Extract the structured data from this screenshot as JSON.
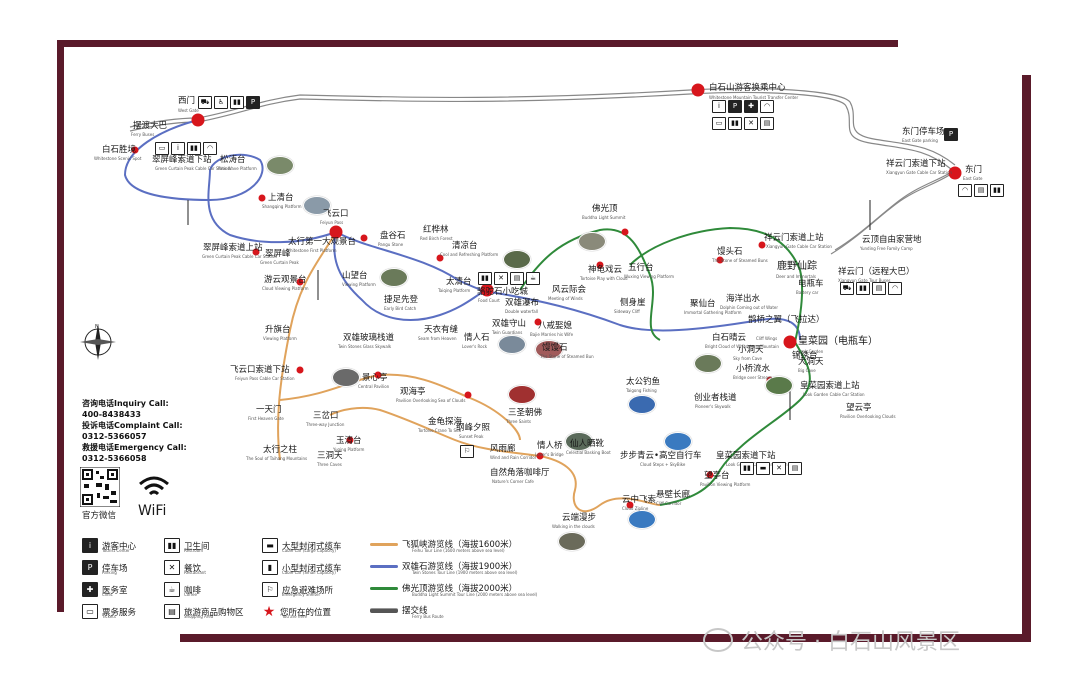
{
  "colors": {
    "frame": "#5a1a2a",
    "red_dot": "#d7161c",
    "route_feihu": "#e0a35c",
    "route_shuangxiong": "#5b6fc2",
    "route_foguang": "#2f8a3a",
    "ferry": "#555555"
  },
  "places": {
    "ximen": {
      "zh": "西门",
      "en": "West Gate"
    },
    "baidu_daba": {
      "zh": "摆渡大巴",
      "en": "Ferry Buses"
    },
    "baishi_shengjing": {
      "zh": "白石胜境",
      "en": "Whitestone Scenic Spot"
    },
    "cuiping_feng_xia": {
      "zh": "翠屏峰索道下站",
      "en": "Green Curtain Peak Cable Car Station"
    },
    "songtao_tai": {
      "zh": "松涛台",
      "en": "Pine Wave Platform"
    },
    "shangqing_tai": {
      "zh": "上清台",
      "en": "Shangqing Platform"
    },
    "cuiping_shang": {
      "zh": "翠屏峰索道上站",
      "en": "Green Curtain Peak Cable Car Station"
    },
    "cuipingfeng": {
      "zh": "翠屏峰",
      "en": "Green Curtain Peak"
    },
    "feiyunkou": {
      "zh": "飞云口",
      "en": "Feiyun Pass"
    },
    "taihang_diyi": {
      "zh": "太行第一大观景台",
      "en": "Whitestone First Platform"
    },
    "kuguishi": {
      "zh": "盘谷石",
      "en": "Pangu Stone"
    },
    "hongshulin": {
      "zh": "红桦林",
      "en": "Red Birch Forest"
    },
    "qingliang_tai": {
      "zh": "清凉台",
      "en": "Cool and Refreshing Platform"
    },
    "youyun": {
      "zh": "游云观景台",
      "en": "Cloud Viewing Platform"
    },
    "shanlou_tai": {
      "zh": "山望台",
      "en": "Viewing Platform"
    },
    "taiqing_tai": {
      "zh": "太清台",
      "en": "Taiqing Platform"
    },
    "jiezu": {
      "zh": "捷足先登",
      "en": "Early Bird Catch"
    },
    "xiaochi": {
      "zh": "骆驼石小吃城",
      "en": "Food Court"
    },
    "shuangxiong_pubu": {
      "zh": "双雄瀑布",
      "en": "Double waterfall"
    },
    "tianyi": {
      "zh": "天衣有缝",
      "en": "Seam from Heaven"
    },
    "shengtai": {
      "zh": "升旗台",
      "en": "Viewing Platform"
    },
    "shuangxiong_zhandao": {
      "zh": "双雄玻璃栈道",
      "en": "Twin Stones Glass Skywalk"
    },
    "qingren_shi": {
      "zh": "情人石",
      "en": "Lover's Rock"
    },
    "shuangxiong_shou": {
      "zh": "双雄守山",
      "en": "Twin Guardians"
    },
    "bamian": {
      "zh": "八戒娶媳",
      "en": "Bajie Marries his Wife"
    },
    "fengyun": {
      "zh": "风云际会",
      "en": "Meeting of Winds"
    },
    "foguang_ding": {
      "zh": "佛光顶",
      "en": "Buddha Light Summit"
    },
    "shengui": {
      "zh": "神龟戏云",
      "en": "Tortoise Play with Cloud"
    },
    "wuxing_tai": {
      "zh": "五行台",
      "en": "Wuxing Viewing Platform"
    },
    "cesheng_ya": {
      "zh": "侧身崖",
      "en": "Sideway Cliff"
    },
    "guanyin_shi": {
      "zh": "馒馒石",
      "en": "The Stone of Steamed Bun"
    },
    "jingtou_shi": {
      "zh": "馒头石",
      "en": "The Stone of Steamed Buns"
    },
    "jingxian_tai": {
      "zh": "聚仙台",
      "en": "Immortal Gathering Platform"
    },
    "haiyang": {
      "zh": "海洋出水",
      "en": "Dolphin Coming out of Water"
    },
    "jingliang": {
      "zh": "鹿野仙踪",
      "en": "Deer and Immortals"
    },
    "diantou_bei": {
      "zh": "电瓶车",
      "en": "Battery car"
    },
    "xiangyun_men_shang": {
      "zh": "祥云门索道上站",
      "en": "Xiangyun Gate Cable Car Station"
    },
    "yundingziyou": {
      "zh": "云顶自由家营地",
      "en": "Yunding Free Family Camp"
    },
    "xiangyun_men_da": {
      "zh": "祥云门（远程大巴）",
      "en": "Xiangyun Gate Tour Buses"
    },
    "xiangyun_men_xia": {
      "zh": "祥云门索道下站",
      "en": "Xiangyun Gate Cable Car Station"
    },
    "dongmen": {
      "zh": "东门",
      "en": "East Gate"
    },
    "dongmen_tingche": {
      "zh": "东门停车场",
      "en": "East Gate parking"
    },
    "youke_huanche": {
      "zh": "白石山游客换乘中心",
      "en": "Whitestone Mountain Tourist Transfer Center"
    },
    "baishi_lin": {
      "zh": "白石晴云",
      "en": "Bright Cloud of Whitestone Mountain"
    },
    "yinhua": {
      "zh": "鹊桥之翼（飞拉达）",
      "en": "Cliff Wings"
    },
    "huangguang_yuan": {
      "zh": "皇菜园（电瓶车）",
      "en": "Look Garden"
    },
    "xiaodong_tian": {
      "zh": "小洞天",
      "en": "Sky from Cave"
    },
    "daxiu_tian": {
      "zh": "大洞天",
      "en": "Big Cave"
    },
    "xiaoqiao": {
      "zh": "小桥流水",
      "en": "Bridge over Stream"
    },
    "jinxiu_tai": {
      "zh": "锦绣台",
      "en": "Jinxiu Platform"
    },
    "tai_gong": {
      "zh": "太公钓鱼",
      "en": "Taigong Fishing"
    },
    "zhangshu": {
      "zh": "创业者栈道",
      "en": "Pioneer's Skywalk"
    },
    "huangguang_xia": {
      "zh": "皇菜园索道下站",
      "en": "Look Garden Cable Car Station"
    },
    "huangguang_shang": {
      "zh": "皇菜园索道上站",
      "en": "Look Garden Cable Car Station"
    },
    "wangyun": {
      "zh": "望云亭",
      "en": "Pavilion Overlooking Clouds"
    },
    "bubu_gao": {
      "zh": "步步青云•高空自行车",
      "en": "Cloud Steps + SkyBike"
    },
    "wangjing_tai": {
      "zh": "望亭台",
      "en": "Pavilion Viewing Platform"
    },
    "feiyunkou_xia": {
      "zh": "飞云口索道下站",
      "en": "Feiyun Pass Cable Car Station"
    },
    "jingxin": {
      "zh": "景心亭",
      "en": "Central Pavilion"
    },
    "yitian_men": {
      "zh": "一天门",
      "en": "First Heaven Gate"
    },
    "sancha_kou": {
      "zh": "三岔口",
      "en": "Three-way Junction"
    },
    "yuhai": {
      "zh": "观海亭",
      "en": "Pavilion Overlooking Sea of Clouds"
    },
    "jinguixing": {
      "zh": "金龟探海",
      "en": "Tortoise Crane To Sea"
    },
    "gangyue": {
      "zh": "纲峰夕照",
      "en": "Sunset Peak"
    },
    "sansheng": {
      "zh": "三圣朝佛",
      "en": "Three Saints"
    },
    "yuhuang_tai": {
      "zh": "玉清台",
      "en": "Yuqing Platform"
    },
    "taixing_zhi": {
      "zh": "太行之柱",
      "en": "The Soul of Taihang Mountains"
    },
    "sandong_tian": {
      "zh": "三洞天",
      "en": "Three Caves"
    },
    "fengyu_ting": {
      "zh": "风雨廊",
      "en": "Wind and Rain Corridor"
    },
    "ziran_kafei": {
      "zh": "自然角落咖啡厅",
      "en": "Nature's Corner Cafe"
    },
    "qingren_qiao": {
      "zh": "情人桥",
      "en": "Lover's Bridge"
    },
    "xianren_xiezhu": {
      "zh": "仙人晒靴",
      "en": "Celestial Basking Boot"
    },
    "yunzhong_feisuo": {
      "zh": "云中飞索",
      "en": "Cloud Zipline"
    },
    "xuanbi_changlang": {
      "zh": "悬壁长廊",
      "en": "Cliff Corridor"
    },
    "yunduan_manbu": {
      "zh": "云端漫步",
      "en": "Walking in the clouds"
    }
  },
  "contact": {
    "inquiry_label": "咨询电话Inquiry Call:",
    "inquiry_phone": "400-8438433",
    "complaint_label": "投诉电话Complaint Call:",
    "complaint_phone": "0312-5366057",
    "emergency_label": "救援电话Emergency Call:",
    "emergency_phone": "0312-5366058"
  },
  "wechat_label": "官方微信",
  "wifi_label": "WiFi",
  "legend": {
    "tourist_center": {
      "zh": "游客中心",
      "en": "Tourist Center"
    },
    "toilet": {
      "zh": "卫生间",
      "en": "Restroom"
    },
    "big_cable": {
      "zh": "大型封闭式缆车",
      "en": "Cable Car (Large Capacity)"
    },
    "route_feihu": {
      "zh": "飞狐峡游览线（海拔1600米）",
      "en": "Feihu Tour Line (1600 meters above sea level)"
    },
    "parking": {
      "zh": "停车场",
      "en": "Parking"
    },
    "catering": {
      "zh": "餐饮",
      "en": "Restaurant"
    },
    "small_cable": {
      "zh": "小型封闭式缆车",
      "en": "Cable Car (Small Capacity)"
    },
    "route_shuangxiong": {
      "zh": "双雄石游览线（海拔1900米）",
      "en": "Twin Stones Tour Line (1900 meters above sea level)"
    },
    "medical": {
      "zh": "医务室",
      "en": "Clinic"
    },
    "cafe": {
      "zh": "咖啡",
      "en": "Coffee"
    },
    "emergency": {
      "zh": "应急避难场所",
      "en": "Emergency Shelter"
    },
    "route_foguang": {
      "zh": "佛光顶游览线（海拔2000米）",
      "en": "Buddha Light Summit Tour Line (2000 meters above sea level)"
    },
    "ticket": {
      "zh": "票务服务",
      "en": "Tickets"
    },
    "shop": {
      "zh": "旅游商品购物区",
      "en": "Shopping Area"
    },
    "you_are_here": {
      "zh": "您所在的位置",
      "en": "You are here"
    },
    "ferry": {
      "zh": "摆交线",
      "en": "Ferry Bus Route"
    }
  },
  "watermark": "公众号 · 白石山风景区"
}
